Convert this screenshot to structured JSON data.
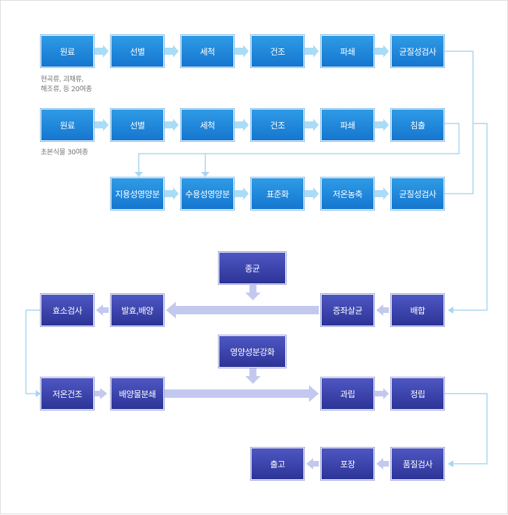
{
  "steps": {
    "r1c1": "원료",
    "r1c2": "선별",
    "r1c3": "세척",
    "r1c4": "건조",
    "r1c5": "파쇄",
    "r1c6": "균질성검사",
    "r2c1": "원료",
    "r2c2": "선별",
    "r2c3": "세척",
    "r2c4": "건조",
    "r2c5": "파쇄",
    "r2c6": "침출",
    "r3c2": "지용성영양분",
    "r3c3": "수용성영양분",
    "r3c4": "표준화",
    "r3c5": "저온농축",
    "r3c6": "균질성검사",
    "starter": "종균",
    "fermentation": "발효,배양",
    "enzyme_test": "효소검사",
    "steam_sterilize": "증좌살균",
    "blend": "배합",
    "nutrient_enhance": "영양성분강화",
    "low_temp_dry": "저온건조",
    "medium_grind": "배양물분쇄",
    "granulate": "과립",
    "refine": "정립",
    "quality_test": "품질검사",
    "package": "포장",
    "ship": "출고"
  },
  "notes": {
    "row1_line1": "현곡류, 괴채류,",
    "row1_line2": "해조류, 등 20여종",
    "row2": "초본식물 30여종"
  },
  "colors": {
    "stage1_box": "#1f86da",
    "stage2_box": "#3a42ad",
    "arrow_light": "#a9dcf7",
    "arrow_lavender": "#c3c9ee",
    "connector": "#a7d6f2"
  }
}
